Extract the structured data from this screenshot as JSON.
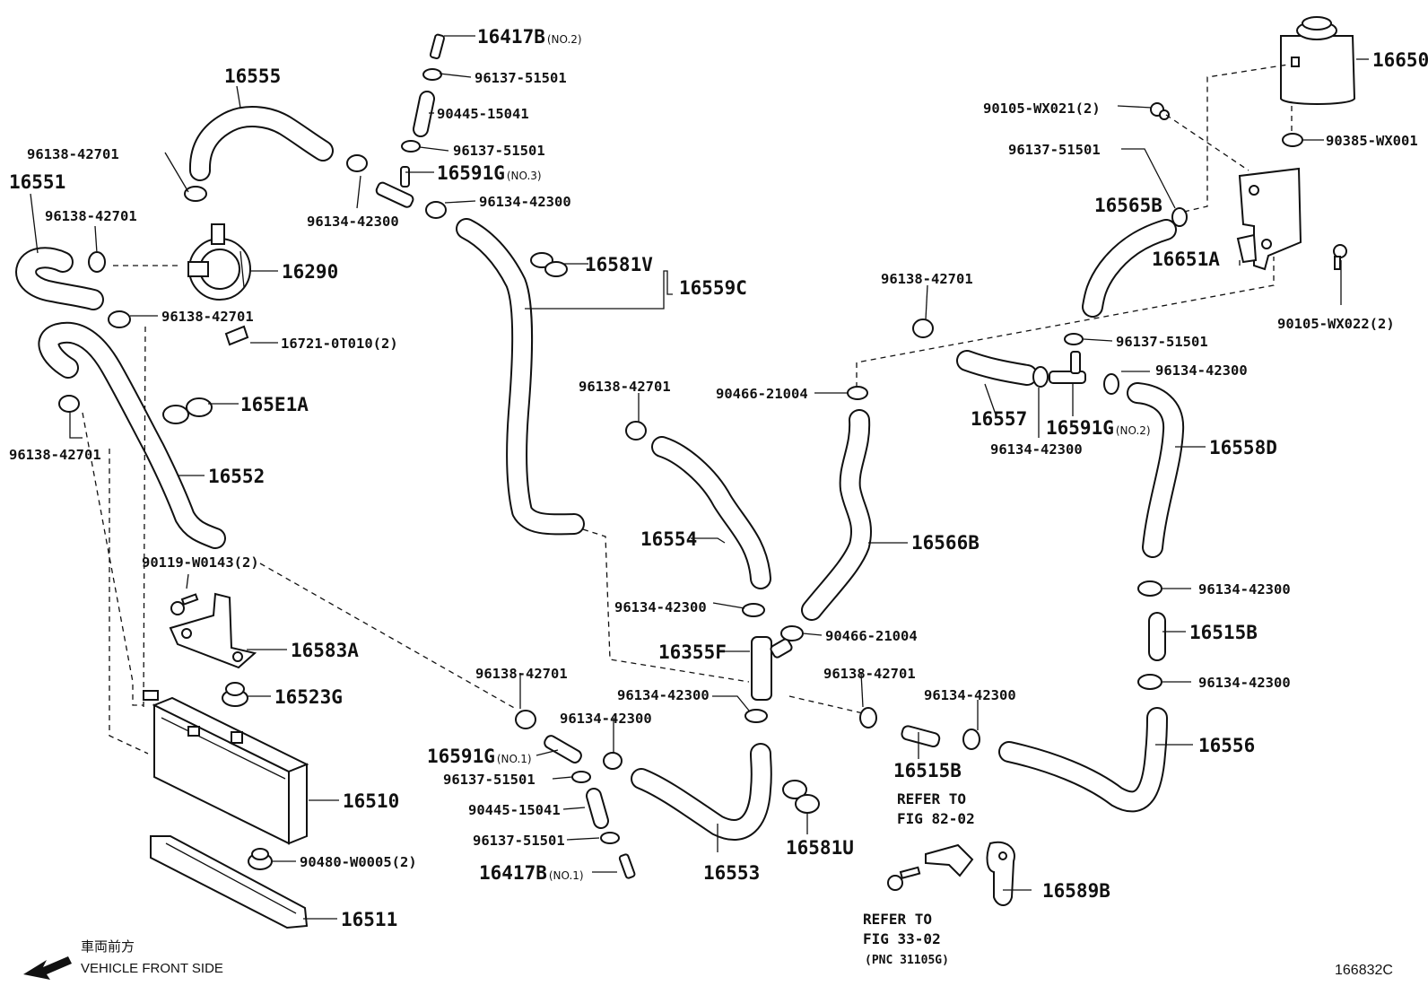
{
  "diagram_id": "166832C",
  "front_indicator": {
    "ja": "車両前方",
    "en": "VEHICLE FRONT SIDE"
  },
  "notes": [
    {
      "id": "refer82",
      "lines": [
        "REFER TO",
        "FIG 82-02"
      ]
    },
    {
      "id": "refer33",
      "lines": [
        "REFER TO",
        "FIG 33-02",
        "(PNC 31105G)"
      ]
    }
  ],
  "labels": [
    {
      "id": "l1",
      "text": "16417B",
      "suffix": "(NO.2)"
    },
    {
      "id": "l2",
      "text": "96137-51501",
      "suffix": ""
    },
    {
      "id": "l3",
      "text": "90445-15041",
      "suffix": ""
    },
    {
      "id": "l4",
      "text": "96137-51501",
      "suffix": ""
    },
    {
      "id": "l5",
      "text": "16591G",
      "suffix": "(NO.3)"
    },
    {
      "id": "l6",
      "text": "96134-42300",
      "suffix": ""
    },
    {
      "id": "l7",
      "text": "16555",
      "suffix": ""
    },
    {
      "id": "l8",
      "text": "96138-42701",
      "suffix": ""
    },
    {
      "id": "l9",
      "text": "96134-42300",
      "suffix": ""
    },
    {
      "id": "l10",
      "text": "16551",
      "suffix": ""
    },
    {
      "id": "l11",
      "text": "96138-42701",
      "suffix": ""
    },
    {
      "id": "l12",
      "text": "16290",
      "suffix": ""
    },
    {
      "id": "l13",
      "text": "96138-42701",
      "suffix": ""
    },
    {
      "id": "l14",
      "text": "16721-0T010(2)",
      "suffix": ""
    },
    {
      "id": "l15",
      "text": "165E1A",
      "suffix": ""
    },
    {
      "id": "l16",
      "text": "96138-42701",
      "suffix": ""
    },
    {
      "id": "l17",
      "text": "16552",
      "suffix": ""
    },
    {
      "id": "l18",
      "text": "90119-W0143(2)",
      "suffix": ""
    },
    {
      "id": "l19",
      "text": "16583A",
      "suffix": ""
    },
    {
      "id": "l20",
      "text": "16523G",
      "suffix": ""
    },
    {
      "id": "l21",
      "text": "16510",
      "suffix": ""
    },
    {
      "id": "l22",
      "text": "90480-W0005(2)",
      "suffix": ""
    },
    {
      "id": "l23",
      "text": "16511",
      "suffix": ""
    },
    {
      "id": "l24",
      "text": "16581V",
      "suffix": ""
    },
    {
      "id": "l25",
      "text": "16559C",
      "suffix": ""
    },
    {
      "id": "l26",
      "text": "96138-42701",
      "suffix": ""
    },
    {
      "id": "l27",
      "text": "16554",
      "suffix": ""
    },
    {
      "id": "l28",
      "text": "96134-42300",
      "suffix": ""
    },
    {
      "id": "l29",
      "text": "16355F",
      "suffix": ""
    },
    {
      "id": "l30",
      "text": "96134-42300",
      "suffix": ""
    },
    {
      "id": "l31",
      "text": "96138-42701",
      "suffix": ""
    },
    {
      "id": "l32",
      "text": "96134-42300",
      "suffix": ""
    },
    {
      "id": "l33",
      "text": "16591G",
      "suffix": "(NO.1)"
    },
    {
      "id": "l34",
      "text": "96137-51501",
      "suffix": ""
    },
    {
      "id": "l35",
      "text": "90445-15041",
      "suffix": ""
    },
    {
      "id": "l36",
      "text": "96137-51501",
      "suffix": ""
    },
    {
      "id": "l37",
      "text": "16417B",
      "suffix": "(NO.1)"
    },
    {
      "id": "l38",
      "text": "16553",
      "suffix": ""
    },
    {
      "id": "l39",
      "text": "16581U",
      "suffix": ""
    },
    {
      "id": "l40",
      "text": "90466-21004",
      "suffix": ""
    },
    {
      "id": "l41",
      "text": "16566B",
      "suffix": ""
    },
    {
      "id": "l42",
      "text": "90466-21004",
      "suffix": ""
    },
    {
      "id": "l43",
      "text": "96138-42701",
      "suffix": ""
    },
    {
      "id": "l44",
      "text": "96138-42701",
      "suffix": ""
    },
    {
      "id": "l45",
      "text": "96134-42300",
      "suffix": ""
    },
    {
      "id": "l46",
      "text": "16515B",
      "suffix": ""
    },
    {
      "id": "l47",
      "text": "16589B",
      "suffix": ""
    },
    {
      "id": "l48",
      "text": "16650",
      "suffix": ""
    },
    {
      "id": "l49",
      "text": "90105-WX021(2)",
      "suffix": ""
    },
    {
      "id": "l50",
      "text": "90385-WX001",
      "suffix": ""
    },
    {
      "id": "l51",
      "text": "96137-51501",
      "suffix": ""
    },
    {
      "id": "l52",
      "text": "16565B",
      "suffix": ""
    },
    {
      "id": "l53",
      "text": "16651A",
      "suffix": ""
    },
    {
      "id": "l54",
      "text": "90105-WX022(2)",
      "suffix": ""
    },
    {
      "id": "l55",
      "text": "96137-51501",
      "suffix": ""
    },
    {
      "id": "l56",
      "text": "96134-42300",
      "suffix": ""
    },
    {
      "id": "l57",
      "text": "16557",
      "suffix": ""
    },
    {
      "id": "l58",
      "text": "16591G",
      "suffix": "(NO.2)"
    },
    {
      "id": "l59",
      "text": "96134-42300",
      "suffix": ""
    },
    {
      "id": "l60",
      "text": "16558D",
      "suffix": ""
    },
    {
      "id": "l61",
      "text": "96134-42300",
      "suffix": ""
    },
    {
      "id": "l62",
      "text": "16515B",
      "suffix": ""
    },
    {
      "id": "l63",
      "text": "96134-42300",
      "suffix": ""
    },
    {
      "id": "l64",
      "text": "16556",
      "suffix": ""
    }
  ]
}
